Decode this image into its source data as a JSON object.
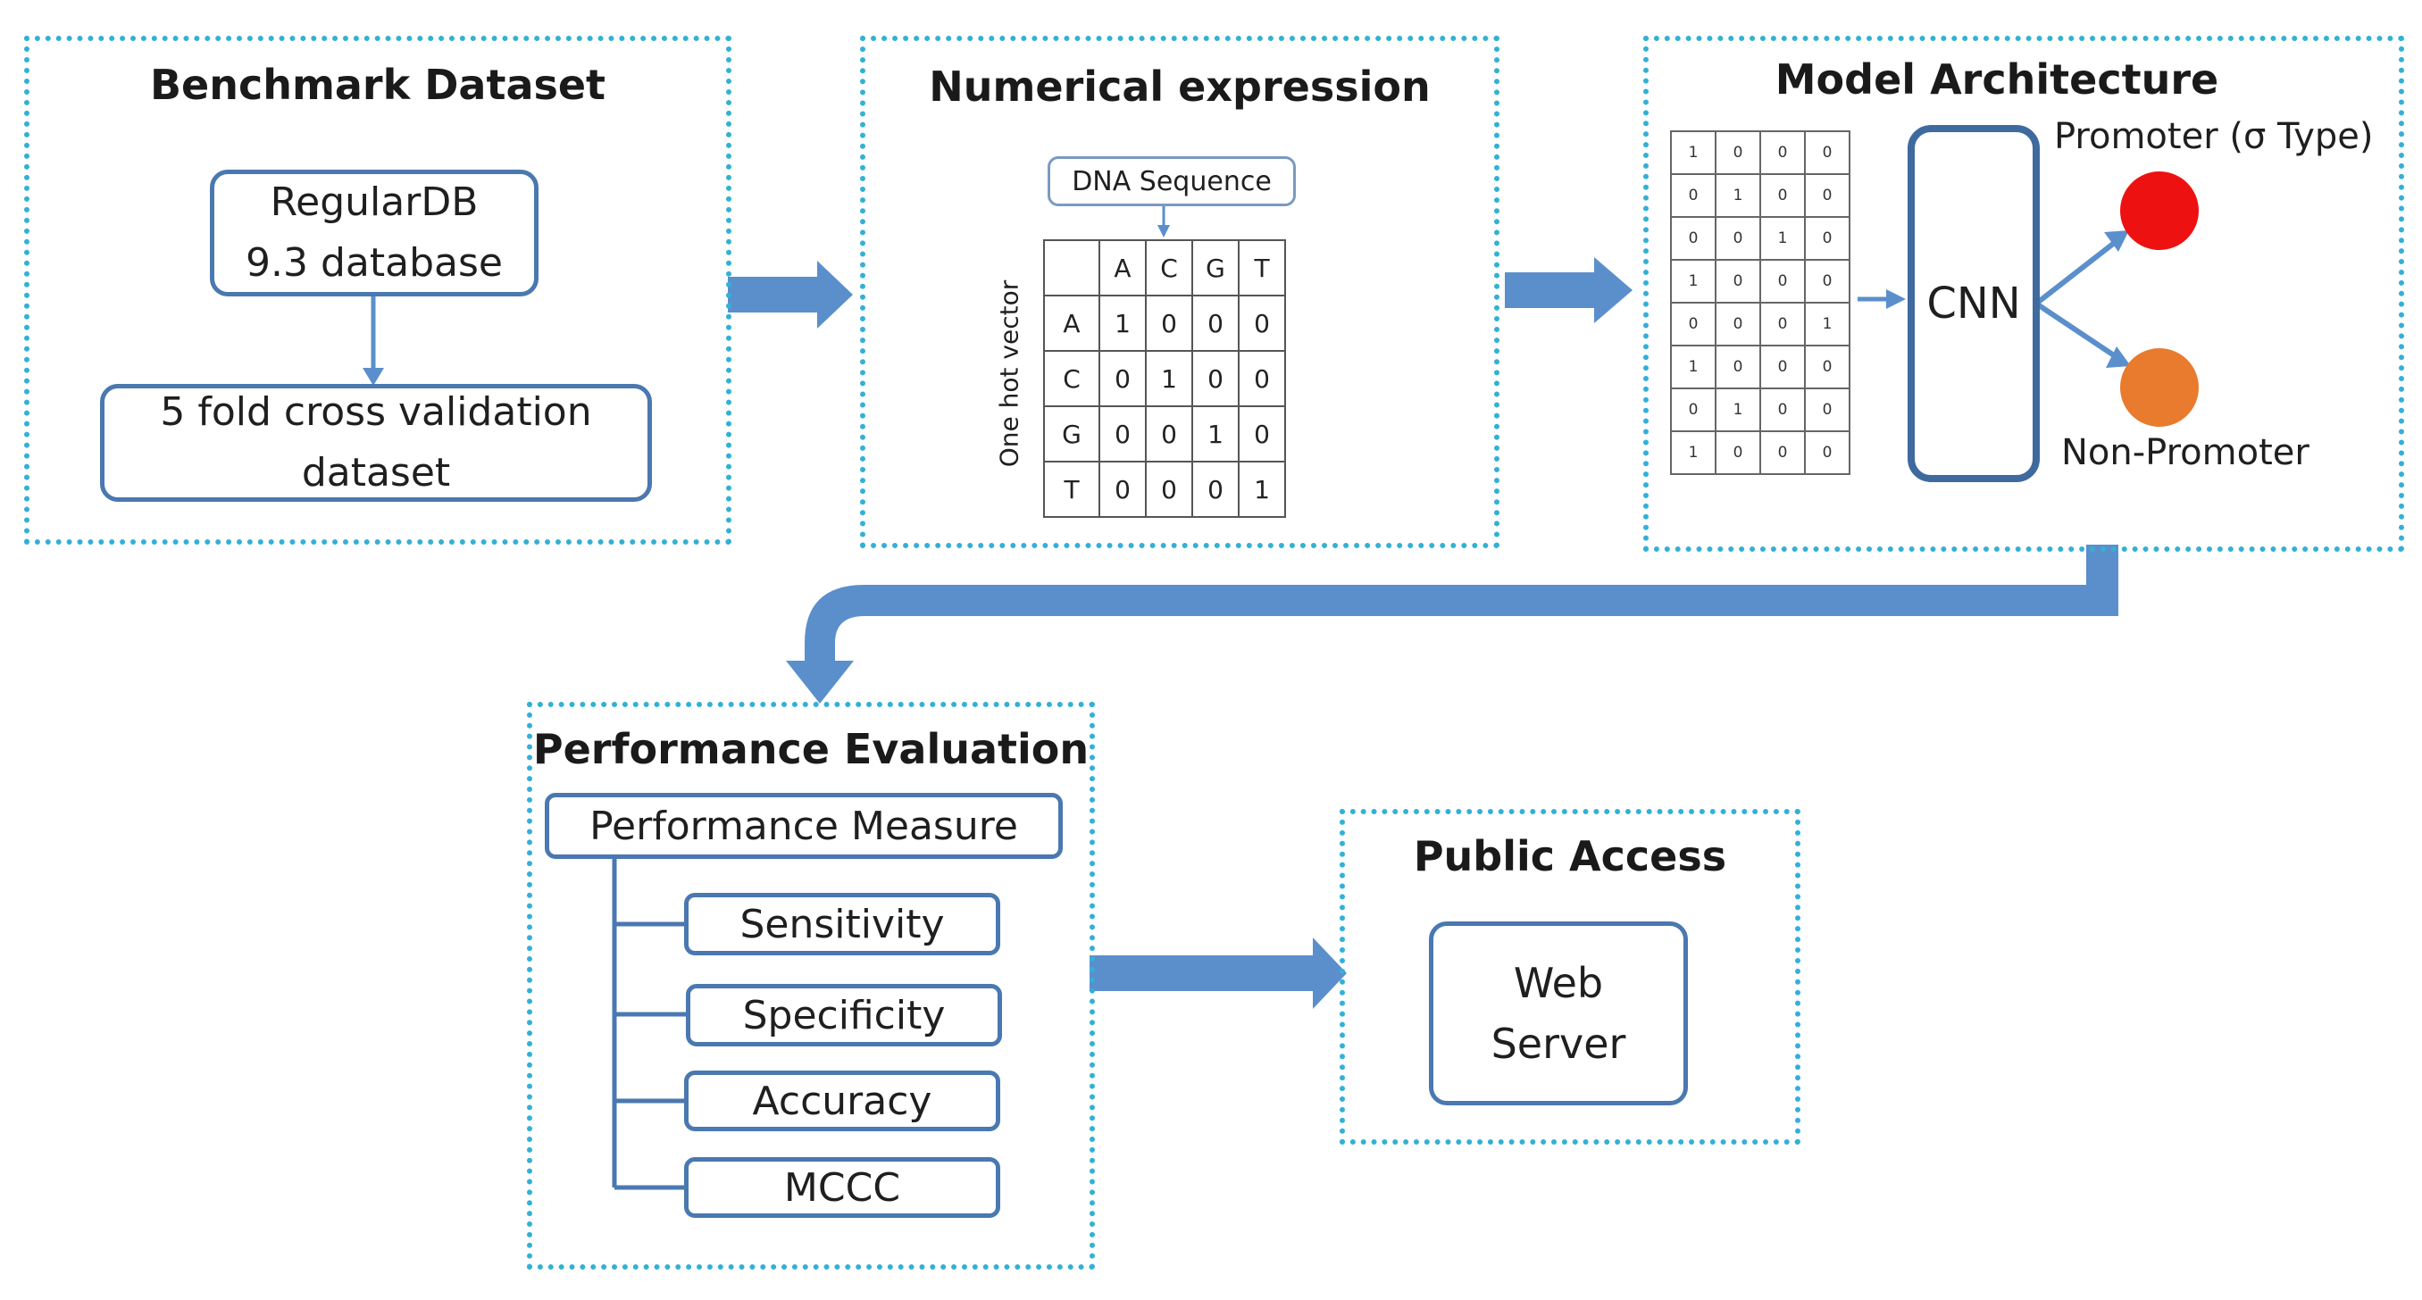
{
  "panels": {
    "benchmark": {
      "title": "Benchmark Dataset",
      "db_line1": "RegularDB",
      "db_line2": "9.3 database",
      "cv_line1": "5 fold cross validation",
      "cv_line2": "dataset"
    },
    "numerical": {
      "title": "Numerical expression",
      "dna_label": "DNA Sequence",
      "side_label": "One hot vector",
      "header": [
        "",
        "A",
        "C",
        "G",
        "T"
      ],
      "rows": [
        [
          "A",
          "1",
          "0",
          "0",
          "0"
        ],
        [
          "C",
          "0",
          "1",
          "0",
          "0"
        ],
        [
          "G",
          "0",
          "0",
          "1",
          "0"
        ],
        [
          "T",
          "0",
          "0",
          "0",
          "1"
        ]
      ]
    },
    "model": {
      "title": "Model Architecture",
      "matrix": [
        [
          "1",
          "0",
          "0",
          "0"
        ],
        [
          "0",
          "1",
          "0",
          "0"
        ],
        [
          "0",
          "0",
          "1",
          "0"
        ],
        [
          "1",
          "0",
          "0",
          "0"
        ],
        [
          "0",
          "0",
          "0",
          "1"
        ],
        [
          "1",
          "0",
          "0",
          "0"
        ],
        [
          "0",
          "1",
          "0",
          "0"
        ],
        [
          "1",
          "0",
          "0",
          "0"
        ]
      ],
      "cnn_label": "CNN",
      "promoter_label": "Promoter (σ Type)",
      "non_promoter_label": "Non-Promoter",
      "promoter_color": "#ee1111",
      "non_promoter_color": "#e87b2e"
    },
    "performance": {
      "title": "Performance Evaluation",
      "measure_label": "Performance Measure",
      "metrics": [
        "Sensitivity",
        "Specificity",
        "Accuracy",
        "MCCC"
      ]
    },
    "public": {
      "title": "Public Access",
      "server_line1": "Web",
      "server_line2": "Server"
    }
  },
  "colors": {
    "panel_border": "#33b0d6",
    "box_border": "#4a78b0",
    "arrow": "#5b8fcc"
  }
}
